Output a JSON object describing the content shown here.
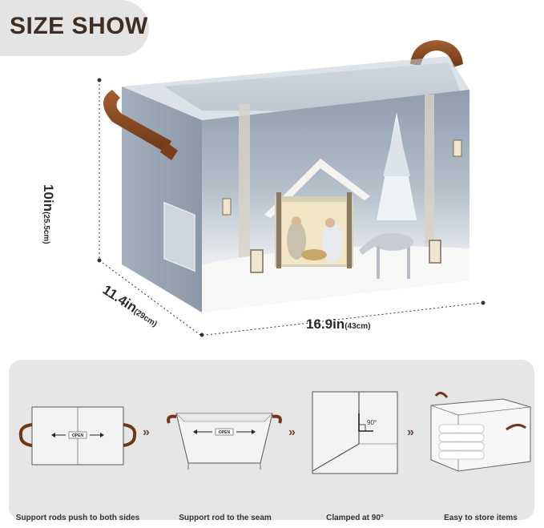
{
  "header": {
    "title": "SIZE SHOW"
  },
  "dimensions": {
    "height": {
      "value": "10in",
      "metric": "(25.5cm)"
    },
    "width": {
      "value": "16.9in",
      "metric": "(43cm)"
    },
    "depth": {
      "value": "11.4in",
      "metric": "(29cm)"
    }
  },
  "steps": [
    {
      "caption": "Support rods push to both sides",
      "label": "OPEN"
    },
    {
      "caption": "Support rod to the seam",
      "label": "OPEN"
    },
    {
      "caption": "Clamped at 90°",
      "label": "90°"
    },
    {
      "caption": "Easy to store items"
    }
  ],
  "colors": {
    "badge_bg": "#e4e4e4",
    "badge_text": "#3e2d22",
    "bin_gray": "#9aa6b4",
    "handle_brown": "#8b4a22",
    "panel_bg": "#e6e6e6"
  }
}
